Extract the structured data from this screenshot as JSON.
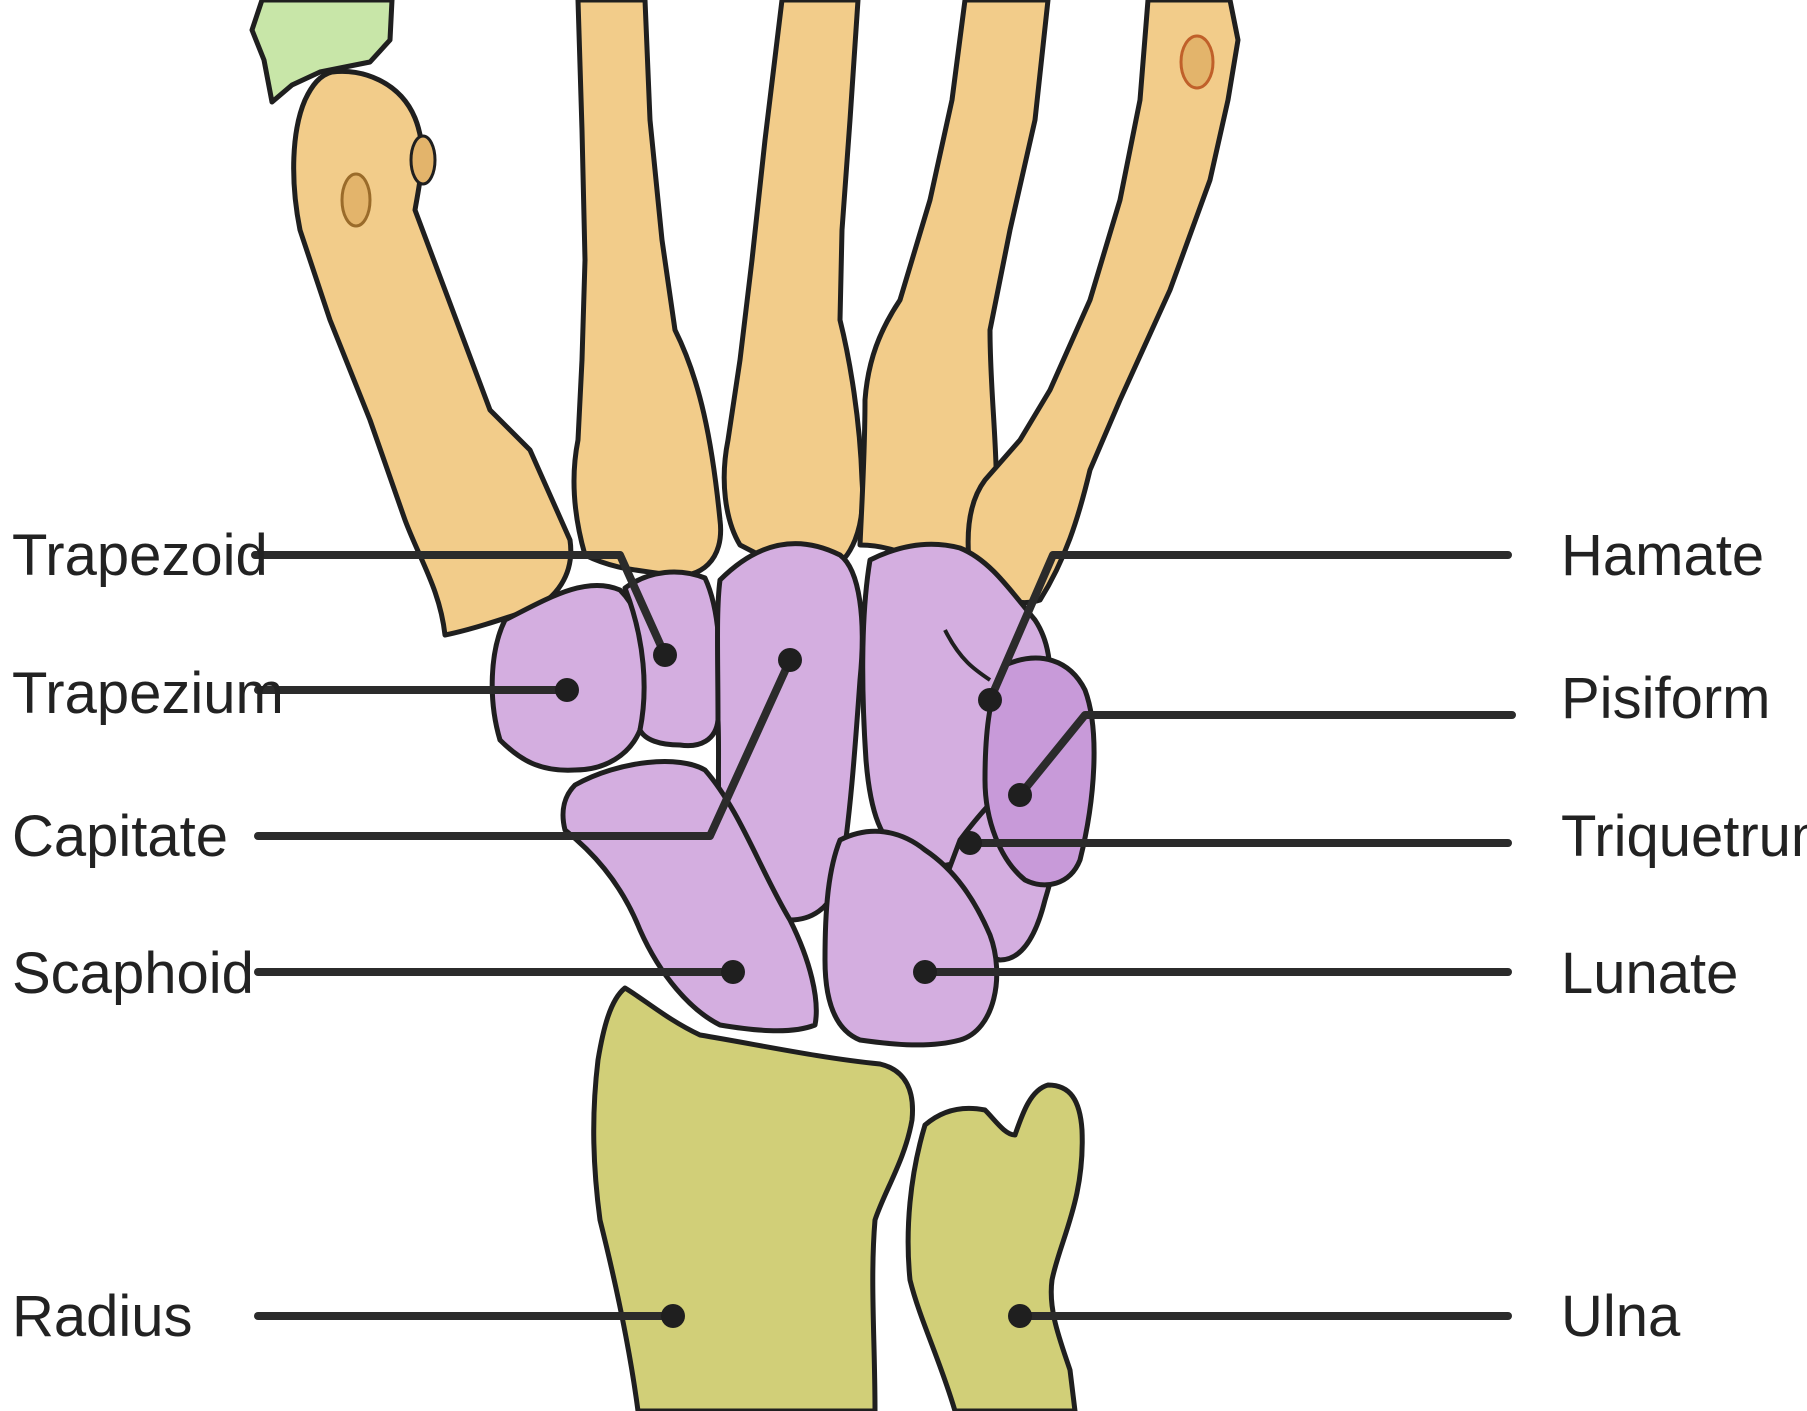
{
  "colors": {
    "metacarpal_fill": "#f2cc8a",
    "metacarpal_shade": "#e3b46b",
    "carpal_fill": "#d4aee0",
    "carpal_shade": "#bd88cf",
    "forearm_fill": "#d1cf78",
    "phalanx_fill": "#c8e6a8",
    "outline": "#1f1f1f",
    "leader": "#2b2b2b",
    "label_text": "#222222"
  },
  "labels": {
    "left": [
      {
        "key": "trapezoid",
        "text": "Trapezoid"
      },
      {
        "key": "trapezium",
        "text": "Trapezium"
      },
      {
        "key": "capitate",
        "text": "Capitate"
      },
      {
        "key": "scaphoid",
        "text": "Scaphoid"
      },
      {
        "key": "radius",
        "text": "Radius"
      }
    ],
    "right": [
      {
        "key": "hamate",
        "text": "Hamate"
      },
      {
        "key": "pisiform",
        "text": "Pisiform"
      },
      {
        "key": "triquetrum",
        "text": "Triquetrum"
      },
      {
        "key": "lunate",
        "text": "Lunate"
      },
      {
        "key": "ulna",
        "text": "Ulna"
      }
    ]
  }
}
